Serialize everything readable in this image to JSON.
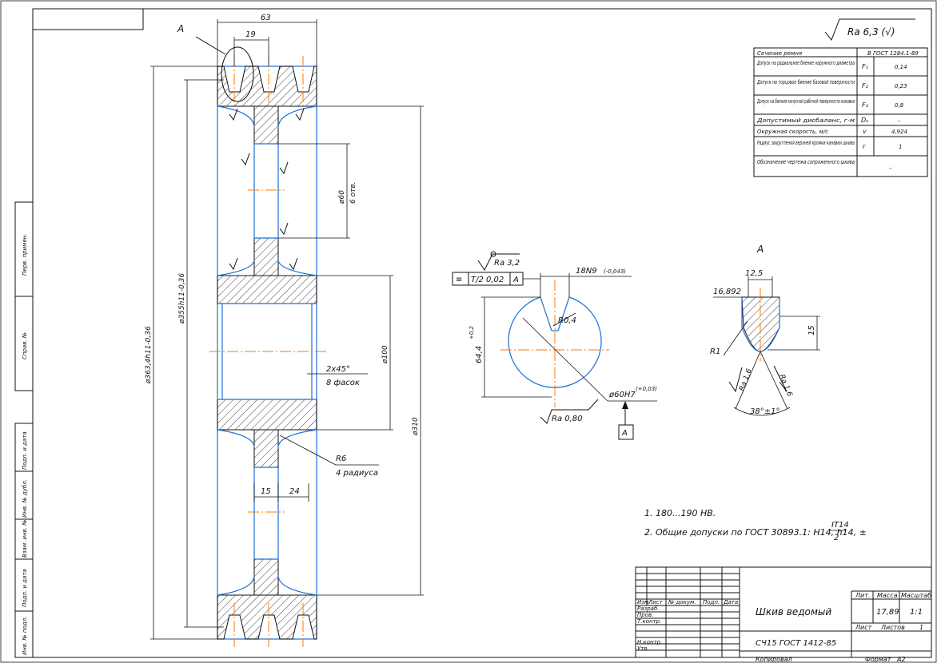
{
  "roughness": {
    "general": "Ra 6,3 (√)",
    "bore": "Ra 0,80",
    "keyway": "Ra 3,2",
    "groove_left": "Ra 1,6",
    "groove_right": "Ra 1,6"
  },
  "dimensions": {
    "width_63": "63",
    "groove_19": "19",
    "dia_363": "ø363,4h11-0,36",
    "dia_355": "ø355h11-0,36",
    "dia_310": "ø310",
    "dia_100": "ø100",
    "hole_60": "ø60",
    "holes_count": "6 отв.",
    "chamfer": "2х45°",
    "chamfer_count": "8 фасок",
    "radius": "R6",
    "radius_count": "4 радиуса",
    "web_15": "15",
    "web_24": "24"
  },
  "view_label": "А",
  "section_a": {
    "label": "А",
    "d125": "12,5",
    "d16892": "16,892",
    "d15": "15",
    "r1": "R1",
    "angle": "38°±1°"
  },
  "key_view": {
    "tol_frame": [
      "≡",
      "T/2 0,02",
      "А"
    ],
    "keyway": "18N9",
    "keyway_tol": "(-0,043)",
    "r04": "R0,4",
    "dim_644": "64,4",
    "dim_644_tol": "+0,2",
    "bore": "ø60H7",
    "bore_tol": "(+0,03)",
    "datum": "А"
  },
  "spec_table": [
    {
      "label": "Сечение ремня",
      "sym": "",
      "value": "В ГОСТ 1284.1-89"
    },
    {
      "label": "Допуск на радиальное биение наружного диаметра",
      "sym": "F₁",
      "value": "0,14"
    },
    {
      "label": "Допуск на торцовое биение базовой поверхности",
      "sym": "F₂",
      "value": "0,23"
    },
    {
      "label": "Допуск на биение конусной рабочей поверхности канавки",
      "sym": "F₃",
      "value": "0,8"
    },
    {
      "label": "Допустимый дисбаланс, г·м",
      "sym": "Dₐ",
      "value": "–"
    },
    {
      "label": "Окружная скорость, м/с",
      "sym": "v",
      "value": "4,924"
    },
    {
      "label": "Радиус закругления верхней кромки канавки шкива",
      "sym": "r",
      "value": "1"
    },
    {
      "label": "Обозначение чертежа сопряженного шкива",
      "sym": "",
      "value": "–"
    }
  ],
  "notes": [
    "1. 180...190 НВ.",
    "2. Общие допуски по ГОСТ 30893.1: H14, h14, ±",
    "IT14",
    "2"
  ],
  "title_block": {
    "name": "Шкив ведомый",
    "material": "СЧ15 ГОСТ 1412-85",
    "col_lit": "Лит.",
    "col_mass": "Масса",
    "col_scale": "Масштаб",
    "mass": "17,89",
    "scale": "1:1",
    "sheet": "Лист",
    "sheets": "Листов",
    "sheets_val": "1",
    "rows": [
      "Изм",
      "Лист",
      "№ докум.",
      "Подп.",
      "Дата"
    ],
    "roles": [
      "Разраб.",
      "Пров.",
      "Т.контр.",
      "",
      "Н.контр.",
      "Утв."
    ],
    "copied": "Копировал",
    "format": "Формат",
    "format_val": "А2"
  },
  "side_stamps": [
    "Перв. примен.",
    "Справ. №",
    "Подп. и дата",
    "Инв. № дубл.",
    "Взам. инв. №",
    "Подп. и дата",
    "Инв. № подл."
  ]
}
